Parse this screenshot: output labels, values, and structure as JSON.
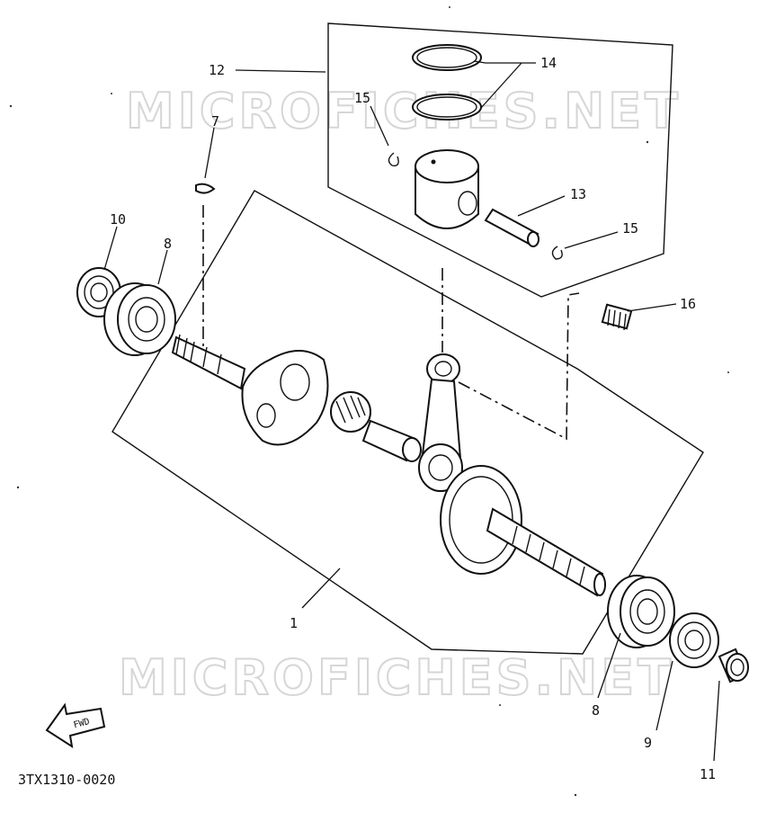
{
  "watermark": "MICROFICHES.NET",
  "diagram_code": "3TX1310-0020",
  "fwd_label": "FWD",
  "callouts": {
    "crankshaft_assy": "1",
    "woodruff_key": "7",
    "bearing_left": "8",
    "bearing_right": "8",
    "oil_seal_right": "9",
    "oil_seal_left": "10",
    "collar": "11",
    "piston_set": "12",
    "piston_pin": "13",
    "piston_rings": "14",
    "circlip_left": "15",
    "circlip_right": "15",
    "needle_bearing": "16"
  }
}
